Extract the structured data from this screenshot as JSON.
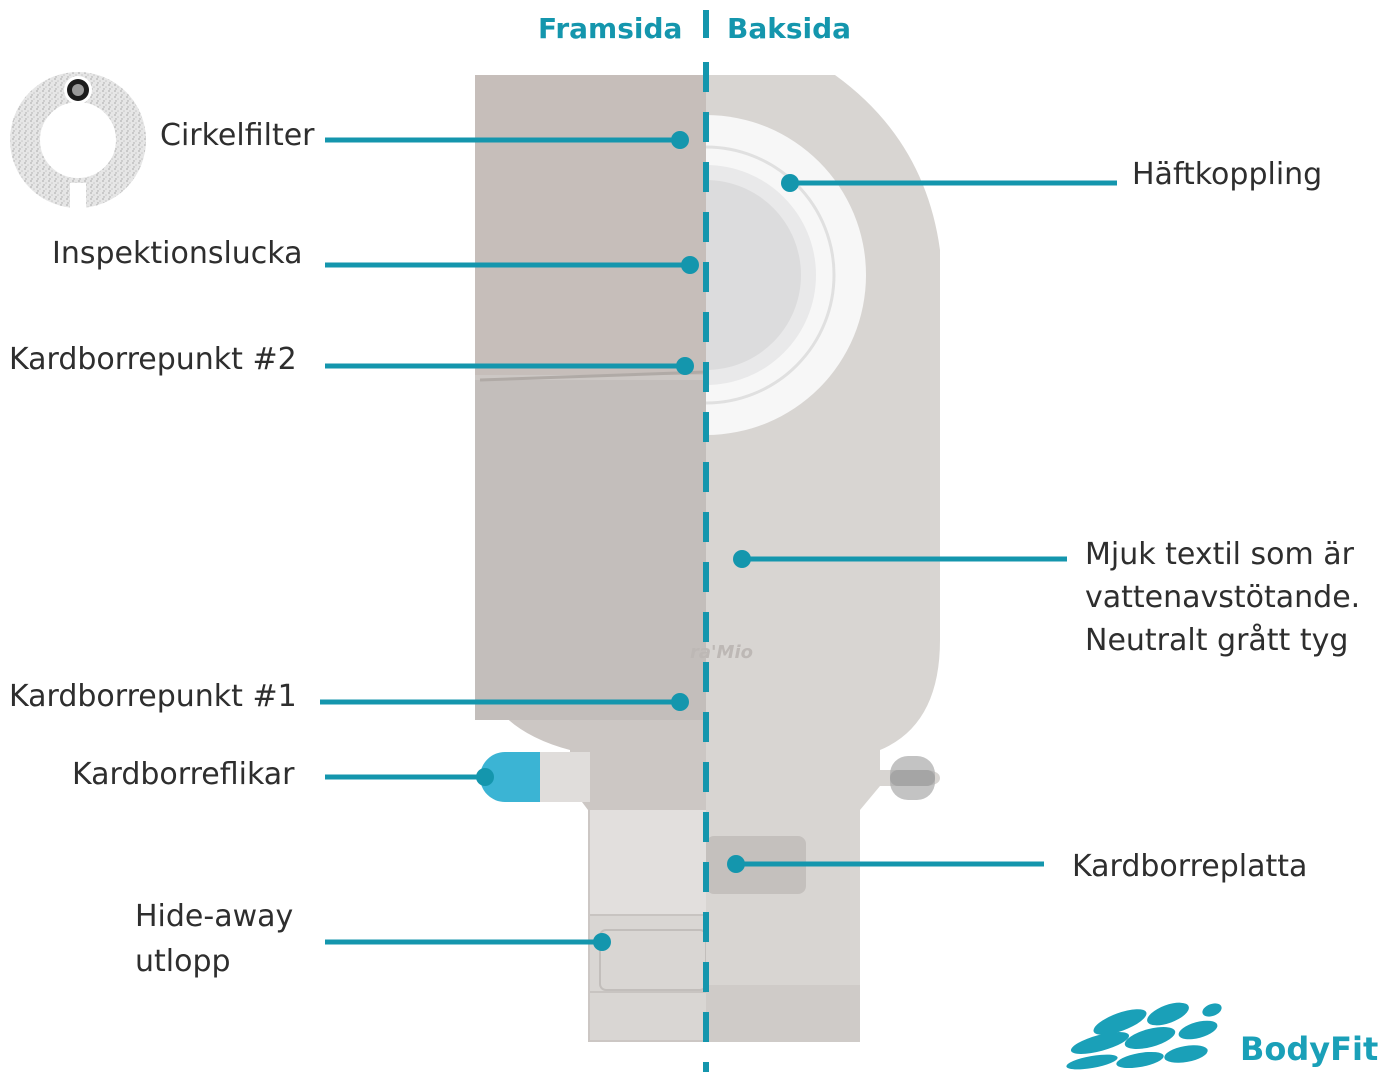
{
  "header": {
    "front_label": "Framsida",
    "back_label": "Baksida"
  },
  "watermark_text": "ra'Mio",
  "labels": {
    "cirkelfilter": "Cirkelfilter",
    "inspektionslucka": "Inspektionslucka",
    "kardborrepunkt_2": "Kardborrepunkt #2",
    "kardborrepunkt_1": "Kardborrepunkt #1",
    "kardborreflikar": "Kardborreflikar",
    "hide_away_line1": "Hide-away",
    "hide_away_line2": "utlopp",
    "haftkoppling": "Häftkoppling",
    "mjuk_line1": "Mjuk textil som är",
    "mjuk_line2": "vattenavstötande.",
    "mjuk_line3": "Neutralt grått tyg",
    "kardborreplatta": "Kardborreplatta"
  },
  "brand": {
    "name": "BodyFit"
  },
  "colors": {
    "accent": "#1496ad",
    "text": "#2e2e2e",
    "bag_front": "#cdc8c5",
    "bag_back": "#d8d5d2",
    "tab_velcro": "#3bb4d4"
  }
}
